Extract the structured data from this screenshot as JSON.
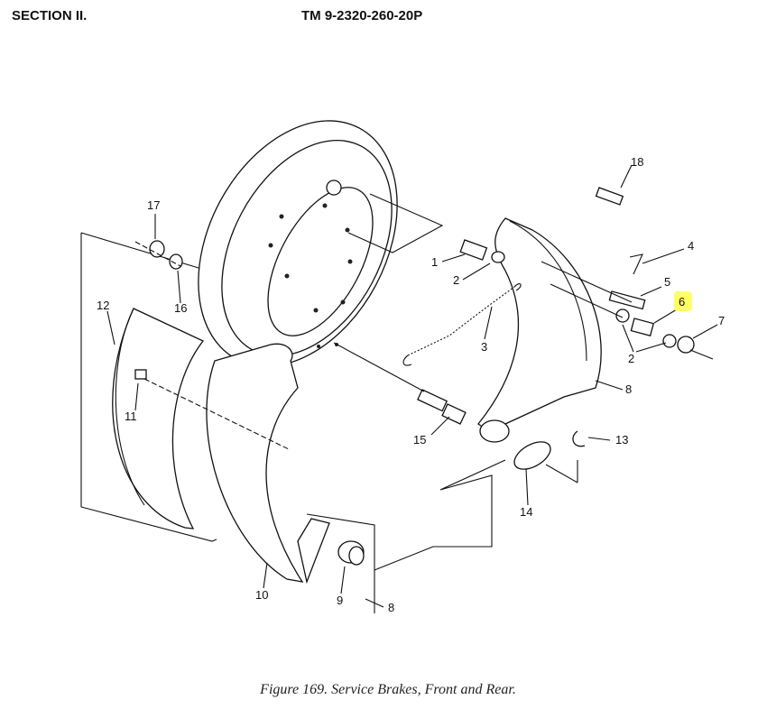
{
  "header": {
    "section": "SECTION II.",
    "tm": "TM   9-2320-260-20P"
  },
  "caption": "Figure 169. Service Brakes, Front and Rear.",
  "highlight_color": "#ffff66",
  "callouts": {
    "c1": "1",
    "c2a": "2",
    "c2b": "2",
    "c3": "3",
    "c4": "4",
    "c5": "5",
    "c6": "6",
    "c7": "7",
    "c8a": "8",
    "c8b": "8",
    "c9": "9",
    "c10": "10",
    "c11": "11",
    "c12": "12",
    "c13": "13",
    "c14": "14",
    "c15": "15",
    "c16": "16",
    "c17": "17",
    "c18": "18"
  }
}
